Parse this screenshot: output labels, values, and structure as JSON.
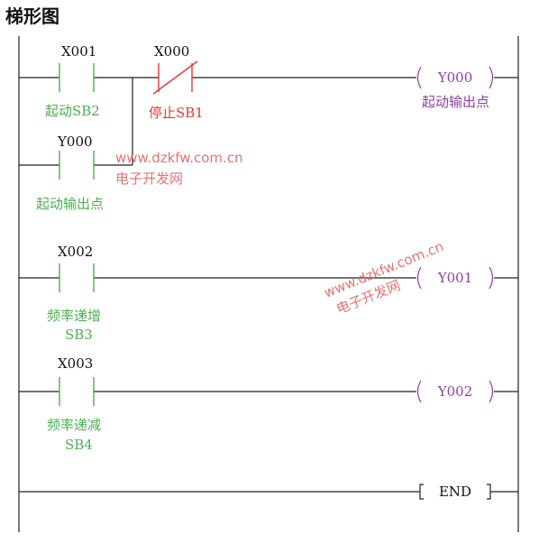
{
  "title": "梯形图",
  "rungs": [
    {
      "contacts": [
        {
          "address": "X001",
          "label": "起动SB2",
          "type": "NO"
        },
        {
          "address": "X000",
          "label": "停止SB1",
          "type": "NC"
        }
      ],
      "parallel": {
        "address": "Y000",
        "label": "起动输出点",
        "type": "NO"
      },
      "coil": {
        "address": "Y000",
        "label": "起动输出点"
      }
    },
    {
      "contacts": [
        {
          "address": "X002",
          "label_line1": "频率递增",
          "label_line2": "SB3",
          "type": "NO"
        }
      ],
      "coil": {
        "address": "Y001"
      }
    },
    {
      "contacts": [
        {
          "address": "X003",
          "label_line1": "频率递减",
          "label_line2": "SB4",
          "type": "NO"
        }
      ],
      "coil": {
        "address": "Y002"
      }
    },
    {
      "instruction": "END"
    }
  ],
  "watermark": {
    "url": "www.dzkfw.com.cn",
    "name": "电子开发网"
  },
  "colors": {
    "contact_color": "#4caf50",
    "nc_contact_color": "#e53935",
    "coil_color": "#8e3fa8"
  }
}
